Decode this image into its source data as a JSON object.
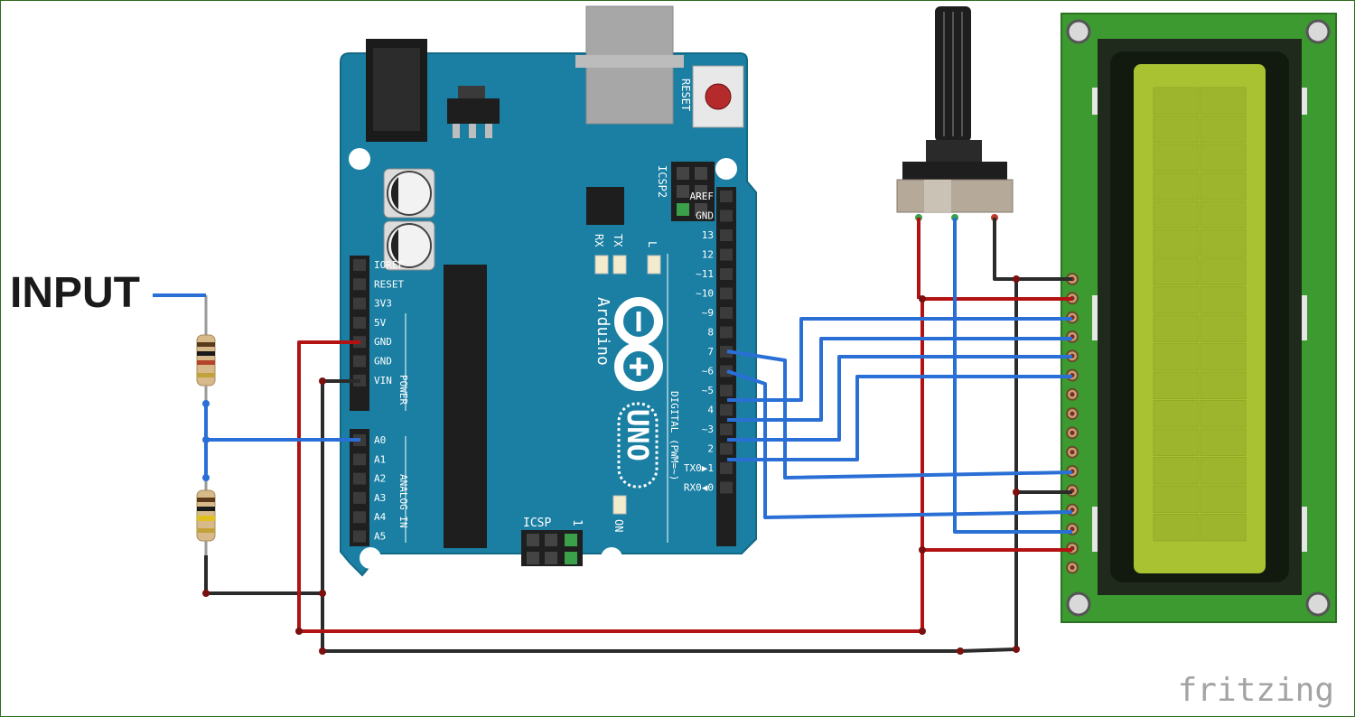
{
  "input_label": "INPUT",
  "watermark": "fritzing",
  "arduino": {
    "brand": "Arduino",
    "model": "UNO",
    "reset_label": "RESET",
    "icsp2_label": "ICSP2",
    "icsp_label": "ICSP",
    "icsp_pin1": "1",
    "tx_label": "TX",
    "rx_label": "RX",
    "l_label": "L",
    "on_label": "ON",
    "power_header_label": "POWER",
    "analog_header_label": "ANALOG IN",
    "digital_header_label": "DIGITAL (PWM=~)",
    "digital_pins": [
      "AREF",
      "GND",
      "13",
      "12",
      "~11",
      "~10",
      "~9",
      "8",
      "7",
      "~6",
      "~5",
      "4",
      "~3",
      "2",
      "TX0▶1",
      "RX0◀0"
    ],
    "power_pins": [
      "IOREF",
      "RESET",
      "3V3",
      "5V",
      "GND",
      "GND",
      "VIN"
    ],
    "analog_pins": [
      "A0",
      "A1",
      "A2",
      "A3",
      "A4",
      "A5"
    ]
  },
  "colors": {
    "board": "#1a7fa3",
    "wire_signal": "#2a6fd6",
    "wire_power": "#b31212",
    "wire_ground": "#2b2b2b",
    "lcd_pcb": "#3c9a31",
    "lcd_screen": "#a9c232"
  }
}
